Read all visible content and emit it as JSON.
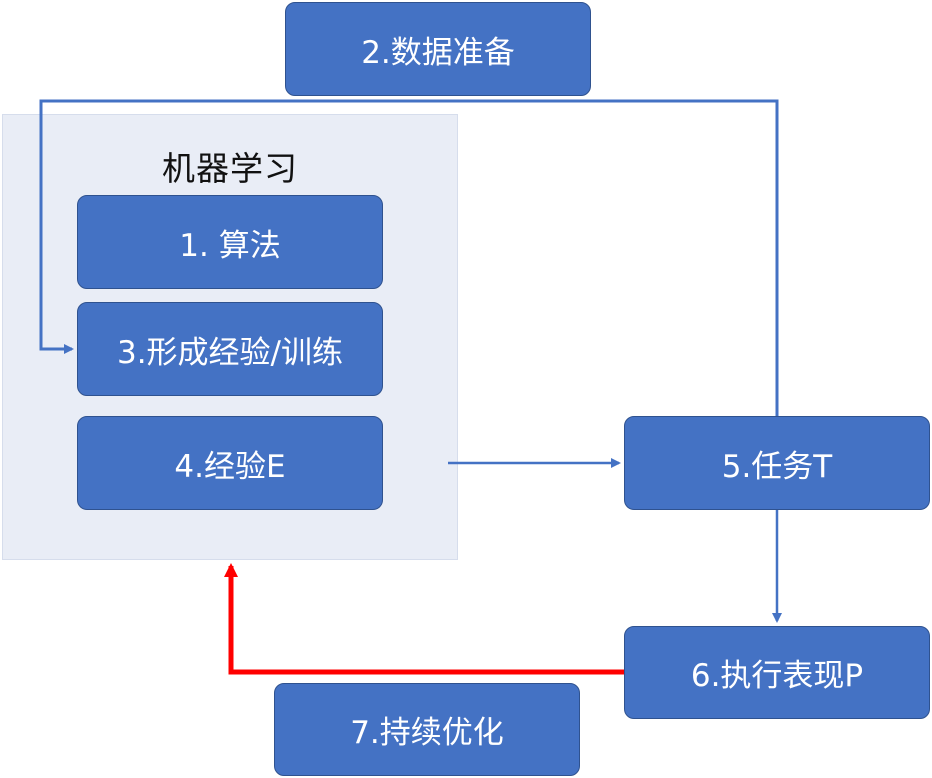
{
  "group": {
    "title": "机器学习"
  },
  "nodes": {
    "algorithm": "1. 算法",
    "data_prep": "2.数据准备",
    "training": "3.形成经验/训练",
    "experience": "4.经验E",
    "task": "5.任务T",
    "performance": "6.执行表现P",
    "optimize": "7.持续优化"
  },
  "colors": {
    "node_fill": "#4472c4",
    "node_border": "#2f528f",
    "connector": "#4472c4",
    "feedback": "#ff0000",
    "panel": "#e9edf6"
  }
}
